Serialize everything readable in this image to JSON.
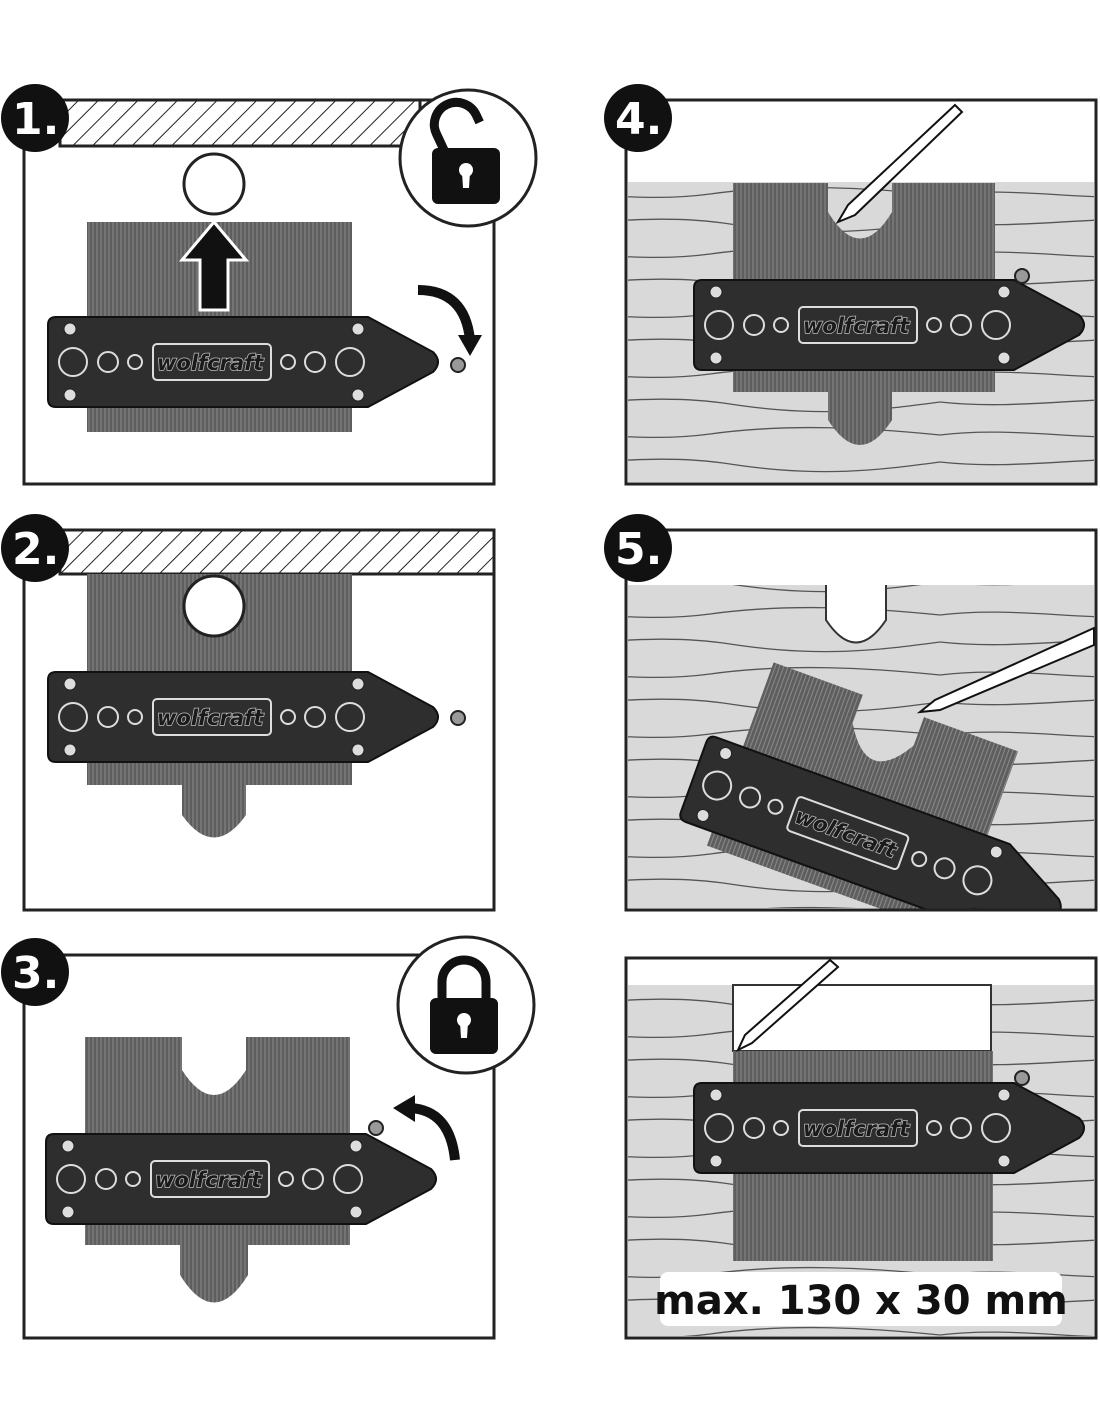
{
  "steps": [
    {
      "number": "1.",
      "lock_state": "unlocked"
    },
    {
      "number": "2."
    },
    {
      "number": "3.",
      "lock_state": "locked"
    },
    {
      "number": "4."
    },
    {
      "number": "5."
    },
    {
      "number": ""
    }
  ],
  "brand": "wolfcraft",
  "capacity_label": "max. 130 x 30 mm",
  "colors": {
    "gauge_body": "#2e2e2e",
    "comb": "#6b6b6b",
    "wood": "#d9d9d9",
    "outline": "#1a1a1a"
  }
}
